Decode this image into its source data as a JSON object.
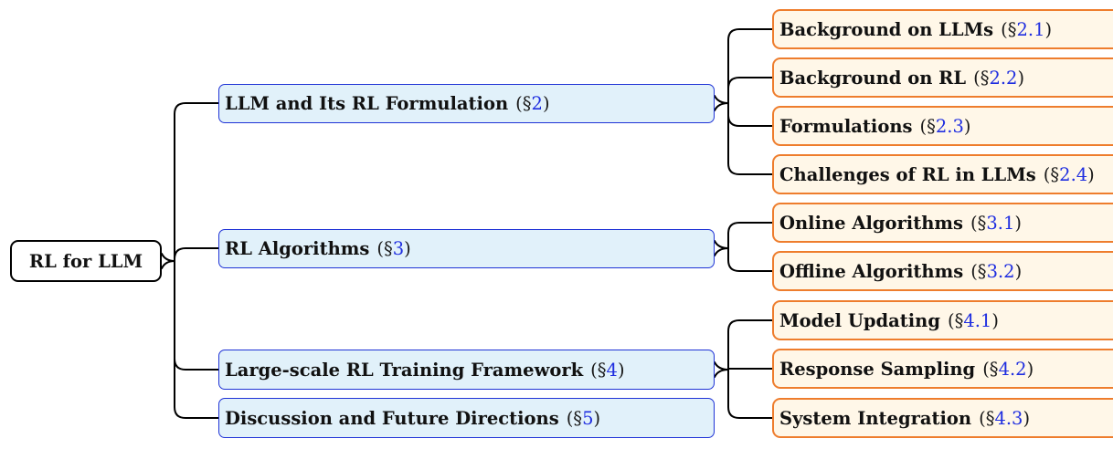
{
  "root": {
    "label": "RL for LLM"
  },
  "sections": [
    {
      "label": "LLM and Its RL Formulation",
      "ref": "2",
      "children": [
        {
          "label": "Background on LLMs",
          "ref": "2.1"
        },
        {
          "label": "Background on RL",
          "ref": "2.2"
        },
        {
          "label": "Formulations",
          "ref": "2.3"
        },
        {
          "label": "Challenges of RL in LLMs",
          "ref": "2.4"
        }
      ]
    },
    {
      "label": "RL Algorithms",
      "ref": "3",
      "children": [
        {
          "label": "Online Algorithms",
          "ref": "3.1"
        },
        {
          "label": "Offline Algorithms",
          "ref": "3.2"
        }
      ]
    },
    {
      "label": "Large-scale RL Training Framework",
      "ref": "4",
      "children": [
        {
          "label": "Model Updating",
          "ref": "4.1"
        },
        {
          "label": "Response Sampling",
          "ref": "4.2"
        },
        {
          "label": "System Integration",
          "ref": "4.3"
        }
      ]
    },
    {
      "label": "Discussion and Future Directions",
      "ref": "5",
      "children": []
    }
  ],
  "colors": {
    "root_border": "#000000",
    "section_border": "#1f33d6",
    "section_fill": "#e1f1fa",
    "subsection_border": "#ee7d2d",
    "subsection_fill": "#fff7e8",
    "reference_number": "#1f2ee0"
  }
}
